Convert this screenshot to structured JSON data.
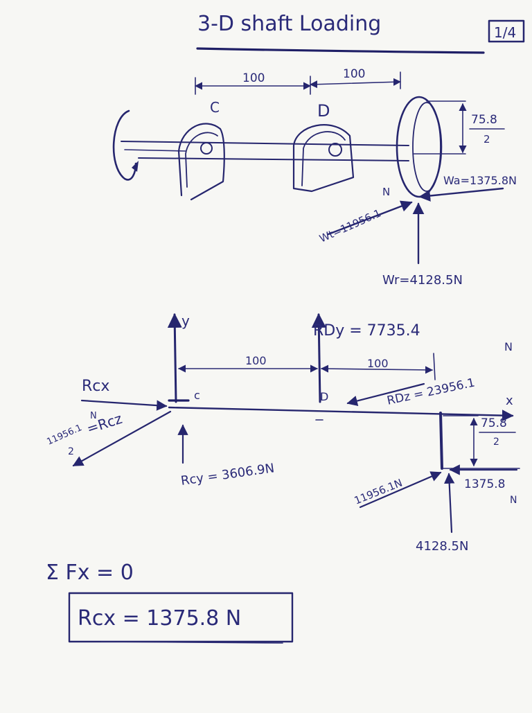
{
  "header": {
    "title": "3-D shaft Loading",
    "page": "1/4"
  },
  "sketch_3d": {
    "dim_cd": "100",
    "dim_d_gear": "100",
    "label_c": "C",
    "label_d": "D",
    "radius_num": "75.8",
    "radius_den": "2",
    "wa": "Wa=1375.8N",
    "wt": "Wt=11956.1",
    "wt_unit": "N",
    "wr": "Wr=4128.5N"
  },
  "fbd": {
    "y_axis": "y",
    "x_axis": "x",
    "label_c": "c",
    "label_d": "D",
    "dim_cd": "100",
    "dim_d_end": "100",
    "rdy": "RDy = 7735.4",
    "rcx": "Rcx",
    "rcz_value": "11956.1",
    "rcz_unit": "N",
    "rcz_eq": "=Rcz",
    "rcz_den": "2",
    "rdz": "RDz = 23956.1",
    "rdz_unit": "N",
    "rcy": "Rcy = 3606.9N",
    "radius_num": "75.8",
    "radius_den": "2",
    "end_tangential": "11956.1N",
    "end_axial": "1375.8",
    "end_axial_unit": "N",
    "end_radial": "4128.5N"
  },
  "equations": {
    "sum": "Σ Fx = 0",
    "result": "Rcx = 1375.8 N"
  }
}
